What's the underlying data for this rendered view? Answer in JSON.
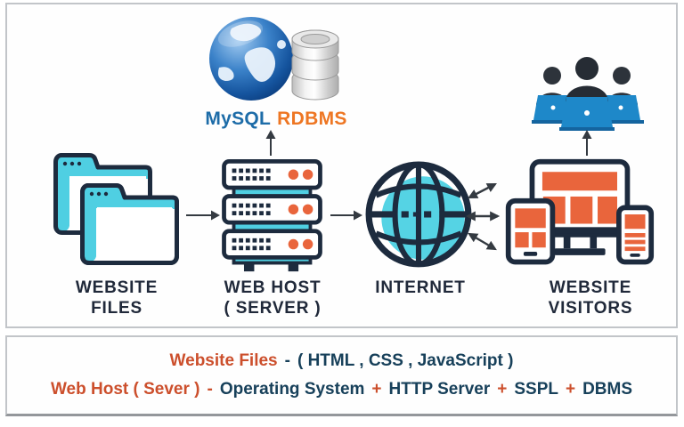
{
  "diagram": {
    "mysql": {
      "name_primary": "MySQL",
      "name_secondary": "RDBMS"
    },
    "nodes": [
      {
        "line1": "WEBSITE",
        "line2": "FILES"
      },
      {
        "line1": "WEB HOST",
        "line2": "( SERVER )"
      },
      {
        "line1": "INTERNET",
        "line2": ""
      },
      {
        "line1": "WEBSITE",
        "line2": "VISITORS"
      }
    ]
  },
  "legend": {
    "line1": {
      "term": "Website Files",
      "dash": "-",
      "items": "( HTML , CSS , JavaScript )"
    },
    "line2": {
      "term": "Web Host ( Sever )",
      "dash": "-",
      "part1": "Operating System",
      "plus1": "+",
      "part2": "HTTP Server",
      "plus2": "+",
      "part3": "SSPL",
      "plus3": "+",
      "part4": "DBMS"
    }
  },
  "colors": {
    "cyan": "#4fcfe2",
    "orange": "#e9653c",
    "outline": "#1d2b3e",
    "label_dark": "#20293a",
    "legend_orange": "#cc4f2c",
    "legend_dark": "#17405a",
    "laptop_blue": "#1e88c9",
    "mysql_blue": "#1d6ca8",
    "rdbms_orange": "#ee7623",
    "arrow": "#343a41"
  }
}
